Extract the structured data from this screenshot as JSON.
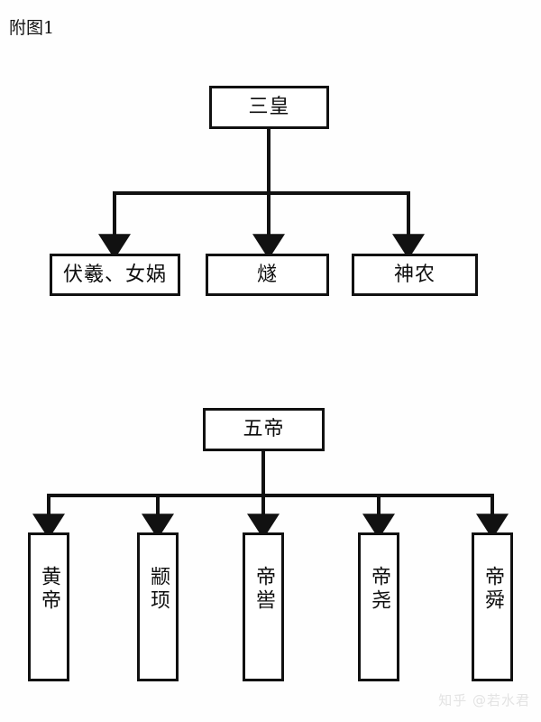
{
  "page": {
    "figure_caption": "附图1",
    "watermark": "知乎 @若水君",
    "ink_color": "#111111",
    "background_color": "#ffffff"
  },
  "diagrams": [
    {
      "id": "three-sovereigns",
      "root": {
        "label": "三皇"
      },
      "children": [
        {
          "label": "伏羲、女娲"
        },
        {
          "label": "燧"
        },
        {
          "label": "神农"
        }
      ]
    },
    {
      "id": "five-emperors",
      "root": {
        "label": "五帝"
      },
      "children": [
        {
          "label": "黄帝"
        },
        {
          "label": "颛顼"
        },
        {
          "label": "帝喾"
        },
        {
          "label": "帝尧"
        },
        {
          "label": "帝舜"
        }
      ]
    }
  ]
}
